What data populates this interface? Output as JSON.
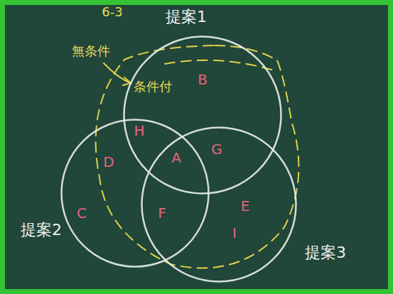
{
  "diagram": {
    "nodes": [
      {
        "text": [
          "提案1"
        ]
      },
      {
        "text": [
          "提案2"
        ]
      },
      {
        "text": [
          "提案3"
        ]
      }
    ],
    "labels": [
      "6-3",
      "無条件",
      "条件付",
      "B",
      "H",
      "A",
      "G",
      "D",
      "C",
      "F",
      "E",
      "I"
    ]
  }
}
